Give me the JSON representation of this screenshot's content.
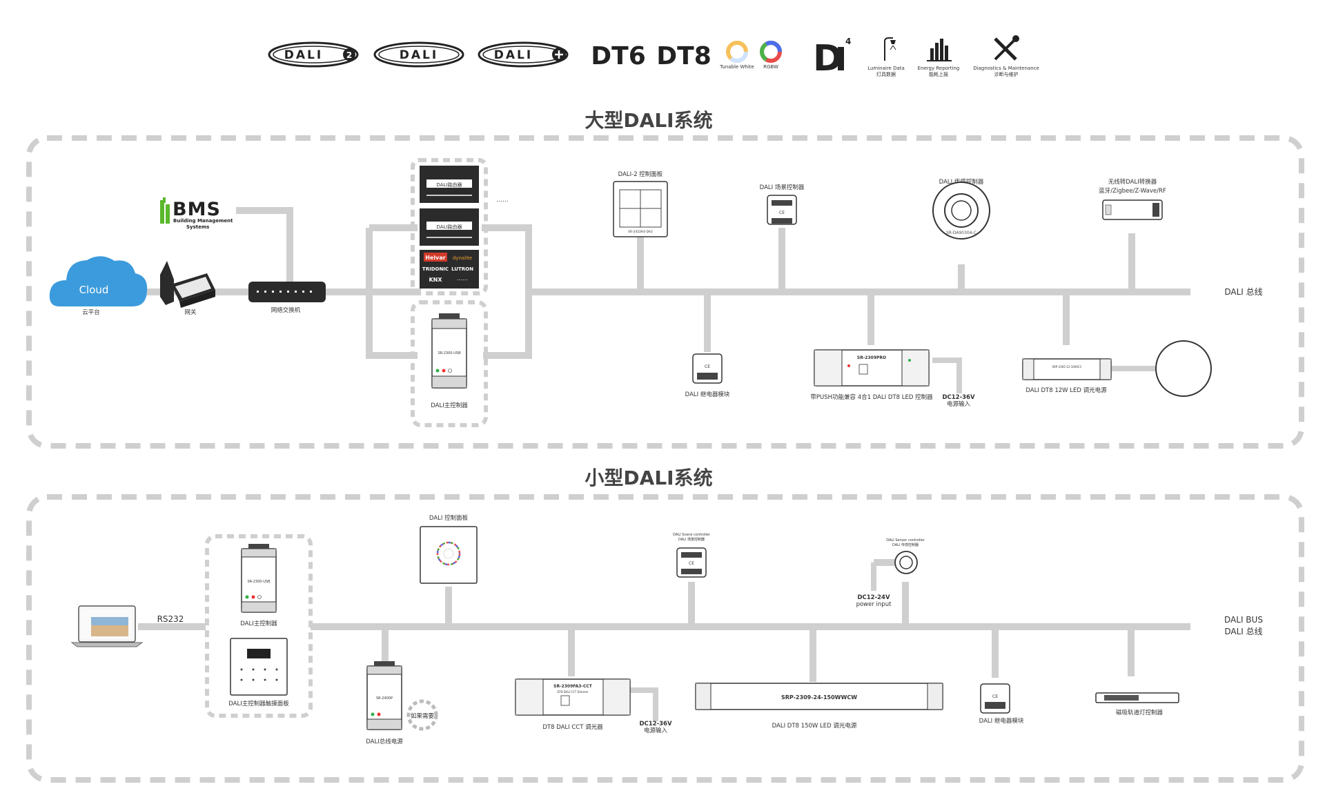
{
  "header": {
    "dali2": "DALI",
    "dali2_badge": "2",
    "dali": "DALI",
    "daliplus": "DALI",
    "dt6": "DT6",
    "dt8": "DT8",
    "tunable_white": "Tunable White",
    "rgbw": "RGBW",
    "d4_logo": "D",
    "d4_sup": "4",
    "luminaire_data_en": "Luminaire Data",
    "luminaire_data_cn": "灯具数据",
    "energy_en": "Energy Reporting",
    "energy_cn": "能耗上报",
    "diag_en": "Diagnostics & Maintenance",
    "diag_cn": "诊断与维护"
  },
  "large": {
    "title": "大型DALI系统",
    "bms": "BMS",
    "bms_sub1": "Building Management",
    "bms_sub2": "Systems",
    "cloud": "Cloud",
    "cloud_label": "云平台",
    "gateway": "网关",
    "switch": "网络交换机",
    "router1": "DALI路由器",
    "router2": "DALI路由器",
    "ellipsis": "……",
    "helvar": "Helvar",
    "dynalite": "dynalite",
    "tridonic": "TRIDONIC",
    "lutron": "LUTRON",
    "knx": "KNX",
    "more": "……",
    "master_model": "SR-2300-USB",
    "master": "DALI主控制器",
    "panel": "DALI-2 控制面板",
    "panel_model": "SR-2422K4-DA2",
    "scene": "DALI 场景控制器",
    "sensor": "DALI 传感控制器",
    "sensor_model": "SR-DA9030A-C",
    "wireless_1": "无线转DALI转换器",
    "wireless_2": "蓝牙/Zigbee/Z-Wave/RF",
    "bus": "DALI 总线",
    "relay": "DALI 继电器模块",
    "push_model": "SR-2309PRO",
    "push": "带PUSH功能兼容 4合1 DALI DT8 LED 控制器",
    "dc_power": "DC12-36V",
    "dc_power_cn": "电源输入",
    "driver": "DALI DT8 12W LED 调光电源",
    "driver_model": "SRP-2305-12-1000CC"
  },
  "small": {
    "title": "小型DALI系统",
    "rs232": "RS232",
    "master_model": "SR-2300-USB",
    "master": "DALI主控制器",
    "touch": "DALI主控制器触摸面板",
    "panel": "DALI 控制面板",
    "scene_en": "DALI Scene controller",
    "scene_cn": "DALI 场景控制器",
    "sensor_en": "DALI Sensor controller",
    "sensor_cn": "DALI 传感控制器",
    "dc24": "DC12-24V",
    "dc24_en": "power input",
    "bus_en": "DALI BUS",
    "bus_cn": "DALI 总线",
    "psu_model": "SR-2400P",
    "psu_opt": "如果需要",
    "psu": "DALI总线电源",
    "cct_model": "SR-2309FA3-CCT",
    "cct_sub": "DT8 DALI CCT Dimmer",
    "cct": "DT8 DALI CCT 调光器",
    "dc36": "DC12-36V",
    "dc36_cn": "电源输入",
    "driver_model": "SRP-2309-24-150WWCW",
    "driver": "DALI DT8 150W LED 调光电源",
    "relay": "DALI 继电器模块",
    "track": "磁吸轨道灯控制器"
  }
}
